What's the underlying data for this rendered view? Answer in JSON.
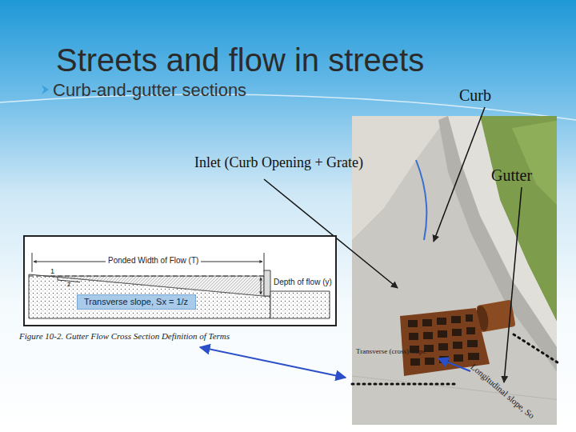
{
  "diagram": {
    "title": "Streets and flow in streets",
    "caption": "Figure 10-2. Gutter Flow Cross Section Definition of Terms",
    "nodes": [
      {
        "text": [
          "Transverse slope, Sx = 1/z"
        ]
      }
    ],
    "labels": [
      "Curb-and-gutter sections",
      "Curb",
      "Inlet (Curb Opening + Grate)",
      "Gutter",
      "Ponded Width of Flow (T)",
      "1",
      "z",
      "Depth of flow (y)",
      "Transverse (cross) slope",
      "Longitudinal slope, So"
    ]
  }
}
